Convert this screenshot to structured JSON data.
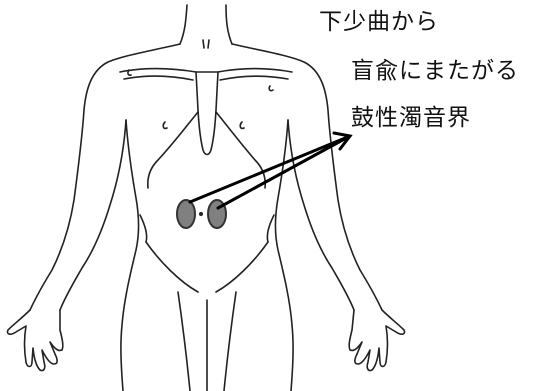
{
  "annotation": {
    "lines": [
      "下少曲から",
      "盲兪にまたがる",
      "鼓性濁音界"
    ]
  },
  "markers": {
    "fill_color": "#808080",
    "stroke_color": "#333333"
  },
  "colors": {
    "outline": "#222222",
    "arrow": "#000000",
    "background": "#ffffff"
  }
}
